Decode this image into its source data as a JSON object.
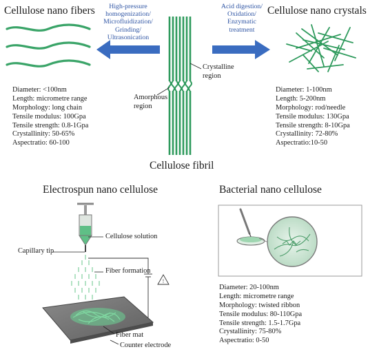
{
  "cnf": {
    "title": "Cellulose nano fibers",
    "props": [
      "Diameter: <100nm",
      "Length: micrometre range",
      "Morphology: long chain",
      "Tensile modulus: 100Gpa",
      "Tensile strength: 0.8-1Gpa",
      "Crystallinity: 50-65%",
      "Aspectratio: 60-100"
    ]
  },
  "cnc": {
    "title": "Cellulose nano crystals",
    "props": [
      "Diameter: 1-100nm",
      "Length: 5-200nm",
      "Morphology: rod/needle",
      "Tensile modulus: 130Gpa",
      "Tensile strength: 8-10Gpa",
      "Crystallinity: 72-80%",
      "Aspectratio:10-50"
    ]
  },
  "process_left": [
    "High-pressure",
    "homogenization/",
    "Microfluidization/",
    "Grinding/",
    "Ultrasonication"
  ],
  "process_right": [
    "Acid digestion/",
    "Oxidation/",
    "Enzymatic",
    "treatment"
  ],
  "fibril": {
    "title": "Cellulose fibril",
    "crystalline": [
      "Crystalline",
      "region"
    ],
    "amorphous": [
      "Amorphous",
      "region"
    ]
  },
  "electrospun": {
    "title": "Electrospun nano cellulose",
    "solution": "Cellulose solution",
    "tip": "Capillary tip",
    "formation": "Fiber formation",
    "mat": "Fiber mat",
    "electrode": "Counter electrode"
  },
  "bnc": {
    "title": "Bacterial nano cellulose",
    "props": [
      "Diameter: 20-100nm",
      "Length: micrometre range",
      "Morphology: twisted ribbon",
      "Tensile modulus: 80-110Gpa",
      "Tensile strength: 1.5-1.7Gpa",
      "Crystallinity: 75-80%",
      "Aspectratio: 0-50"
    ]
  },
  "colors": {
    "fiber_green": "#2e9a5c",
    "arrow_blue": "#3a6cc0",
    "process_text": "#2f55a4"
  }
}
